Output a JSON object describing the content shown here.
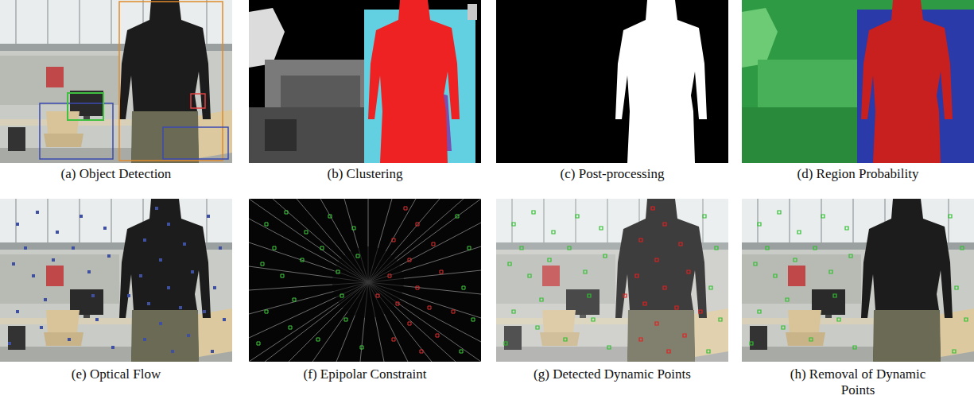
{
  "diagram": {
    "nodes": [
      {
        "text": [
          "(a) Object Detection"
        ]
      },
      {
        "text": [
          "(b) Clustering"
        ]
      },
      {
        "text": [
          "(c) Post-processing"
        ]
      },
      {
        "text": [
          "(d) Region Probability"
        ]
      },
      {
        "text": [
          "(e) Optical Flow"
        ]
      },
      {
        "text": [
          "(f) Epipolar Constraint"
        ]
      },
      {
        "text": [
          "(g) Detected Dynamic Points"
        ]
      },
      {
        "text": [
          "(h) Removal of Dynamic Points"
        ]
      }
    ]
  }
}
